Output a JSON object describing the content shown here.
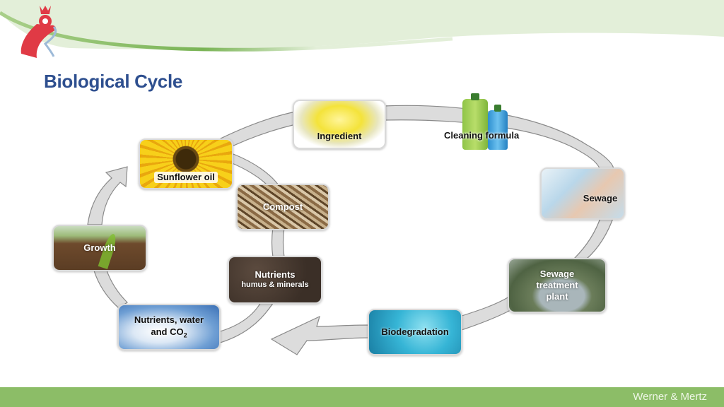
{
  "slide": {
    "title": "Biological Cycle",
    "brand": "Werner & Mertz",
    "colors": {
      "title": "#2e4f8f",
      "footer": "#8cbd67",
      "top_band": "#e3efd9",
      "arrow_fill": "#dcdcdc",
      "arrow_stroke": "#8a8a8a",
      "logo_red": "#e03a45"
    }
  },
  "icons": {
    "logo": "frog-king-logo-icon"
  },
  "cycle": {
    "nodes": {
      "ingredient": {
        "label": "Ingredient",
        "image": "oil-bowl"
      },
      "cleaning_formula": {
        "label": "Cleaning formula",
        "image": "detergent-bottles"
      },
      "sewage": {
        "label": "Sewage",
        "image": "dishwashing"
      },
      "sewage_treatment": {
        "line1": "Sewage",
        "line2": "treatment",
        "line3": "plant",
        "image": "treatment-basin"
      },
      "biodegradation": {
        "label": "Biodegradation",
        "image": "water-bubbles"
      },
      "nutrients_water_co2": {
        "line1": "Nutrients, water",
        "line2_prefix": "and CO",
        "line2_sub": "2",
        "image": "sky-clouds"
      },
      "growth": {
        "label": "Growth",
        "image": "seedlings"
      },
      "sunflower_oil": {
        "label": "Sunflower oil",
        "image": "sunflower"
      },
      "compost": {
        "label": "Compost",
        "image": "straw-compost"
      },
      "nutrients_humus": {
        "label": "Nutrients",
        "sublabel": "humus & minerals",
        "image": "soil"
      }
    }
  }
}
